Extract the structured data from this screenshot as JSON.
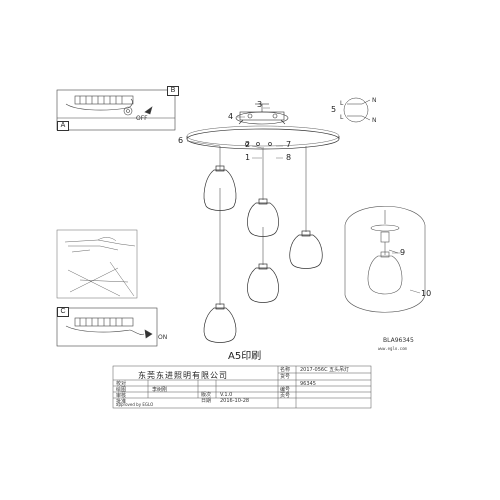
{
  "panels": {
    "a_label": "A",
    "b_label": "B",
    "c_label": "C",
    "off_label": "OFF",
    "on_label": "ON"
  },
  "callouts": {
    "n1": "1",
    "n2": "2",
    "n3": "3",
    "n4": "4",
    "n5": "5",
    "n6": "6",
    "n7": "7",
    "n8": "8",
    "n9": "9",
    "n10": "10"
  },
  "wiring": {
    "l_top": "L",
    "n_top": "N",
    "l_bot": "L",
    "n_bot": "N"
  },
  "model_code": "BLA96345",
  "website": "www.eglo.com",
  "sheet_size": "A5印刷",
  "title_block": {
    "company": "东莞东进照明有限公司",
    "row_label_1": "校对",
    "row_label_2": "绘图",
    "drafter": "李树刚",
    "row_label_3": "审核",
    "row_label_4": "批准",
    "name_label": "名称",
    "name_value": "2017-056C 五头吊灯",
    "code_label": "货号",
    "code_value": "96345",
    "version_label": "版次",
    "version_value": "V.1.0",
    "date_label": "日期",
    "date_value": "2016-10-28",
    "sn_label": "编号",
    "page_label": "页号",
    "approved": "approved by EGLO"
  }
}
